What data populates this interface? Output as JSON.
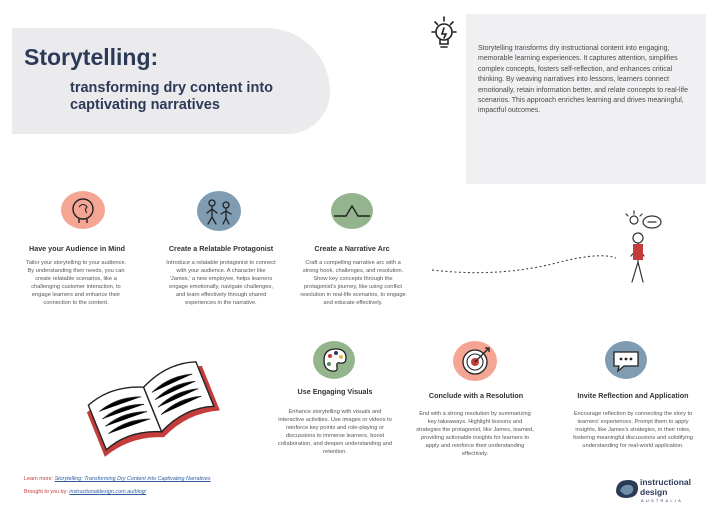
{
  "header": {
    "title": "Storytelling:",
    "subtitle": "transforming dry content into captivating narratives",
    "intro": "Storytelling transforms dry instructional content into engaging, memorable learning experiences. It captures attention, simplifies complex concepts, fosters self-reflection, and enhances critical thinking. By weaving narratives into lessons, learners connect emotionally, retain information better, and relate concepts to real-life scenarios. This approach enriches learning and drives meaningful, impactful outcomes."
  },
  "sections": [
    {
      "title": "Have your Audience in Mind",
      "body": "Tailor your storytelling to your audience. By understanding their needs, you can create relatable scenarios, like a challenging customer interaction, to engage learners and enhance their connection to the content."
    },
    {
      "title": "Create a Relatable Protagonist",
      "body": "Introduce a relatable protagonist to connect with your audience. A character like 'James,' a new employee, helps learners engage emotionally, navigate challenges, and learn effectively through shared experiences in the narrative."
    },
    {
      "title": "Create a Narrative Arc",
      "body": "Craft a compelling narrative arc with a strong hook, challenges, and resolution. Show key concepts through the protagonist's journey, like using conflict resolution in real-life scenarios, to engage and educate effectively."
    },
    {
      "title": "Use Engaging Visuals",
      "body": "Enhance storytelling with visuals and interactive activities. Use images or videos to reinforce key points and role-playing or discussions to immerse learners, boost collaboration, and deepen understanding and retention."
    },
    {
      "title": "Conclude with a Resolution",
      "body": "End with a strong resolution by summarizing key takeaways. Highlight lessons and strategies the protagonist, like James, learned, providing actionable insights for learners to apply and reinforce their understanding effectively."
    },
    {
      "title": "Invite Reflection and Application",
      "body": "Encourage reflection by connecting the story to learners' experiences. Prompt them to apply insights, like James's strategies, in their roles, fostering meaningful discussions and solidifying understanding for real-world application."
    }
  ],
  "footer": {
    "learn_label": "Learn more:",
    "learn_link": "Storytelling: Transforming Dry Content into Captivating Narratives",
    "brought_label": "Brought to you by:",
    "brought_link": "instructionaldesign.com.au/blog/"
  },
  "logo": {
    "line1": "instructional",
    "line2": "design",
    "line3": "AUSTRALIA"
  },
  "icons": {
    "bulb": "lightbulb-icon",
    "head": "head-brain-icon",
    "people": "protagonist-icon",
    "arc": "narrative-arc-icon",
    "palette": "palette-icon",
    "target": "target-icon",
    "chat": "chat-bubble-icon",
    "book": "open-book-icon",
    "walker": "walking-person-icon"
  },
  "colors": {
    "navy": "#2c3a58",
    "salmon": "#f4a594",
    "slate": "#7f9cb2",
    "sage": "#93b48c",
    "red": "#c43c3c"
  }
}
